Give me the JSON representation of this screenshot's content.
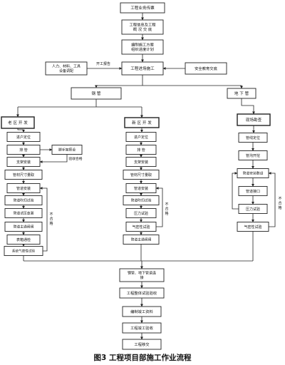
{
  "caption": "图3  工程项目部施工作业流程",
  "colors": {
    "stroke": "#222222",
    "text": "#111111",
    "background": "#ffffff"
  },
  "nodes": {
    "n_prep": "工程业务传票",
    "n_tech": [
      "工程信息及工程",
      "概 况 交 底"
    ],
    "n_plan": [
      "编制施工方案",
      "组织进度计划"
    ],
    "n_resource": [
      "人力、材料、工具",
      "设备调配"
    ],
    "n_site": "工程进场施工",
    "n_safety": "安全教育交底",
    "n_steel": "钢    管",
    "n_under": "地 下 管",
    "n_old": "老 区 开 发",
    "n_new": "新 区 开 发",
    "n_survey": "现场勘查",
    "o_enter": "进户定位",
    "o_pipe": "排    管",
    "o_weld": "脚手架搭设",
    "o_accept": "验收合格",
    "o_bracket": "支架安装",
    "o_measure": "管材尺寸量取",
    "o_install": "管道安装",
    "o_strength": "管道吹扫试验",
    "o_pressure": "管道试压查漏",
    "o_purge": "管道主通阀阀",
    "o_meter": "表箱通检",
    "o_system": "系统气密性试验",
    "w_enter": "进户定位",
    "w_pipe": "排    管",
    "w_bracket": "支架安装",
    "w_measure": "管材尺寸量取",
    "w_install": "管道安装",
    "w_strength": "管道吹扫试验",
    "w_press": "压力试验",
    "w_air": "气密性试验",
    "w_final": "管道主通阀阀",
    "u_locate": "管线定位",
    "u_dig": "管沟开挖",
    "u_install": "管道安装敷设",
    "u_joint": "管道接口",
    "u_press": "压力试验",
    "u_air": "气密性试验",
    "b_combine": [
      "钢管、地下管道连",
      "接"
    ],
    "b_overall": "工程整体试验验收",
    "b_docs": "编制竣工资料",
    "b_accept": "工程竣工验收",
    "b_handover": "工程移交"
  },
  "labels": {
    "start_report": "开工报告",
    "fail_old": "不\n合\n格",
    "fail_new": "不\n合\n格",
    "fail_under": "不\n合\n格"
  }
}
